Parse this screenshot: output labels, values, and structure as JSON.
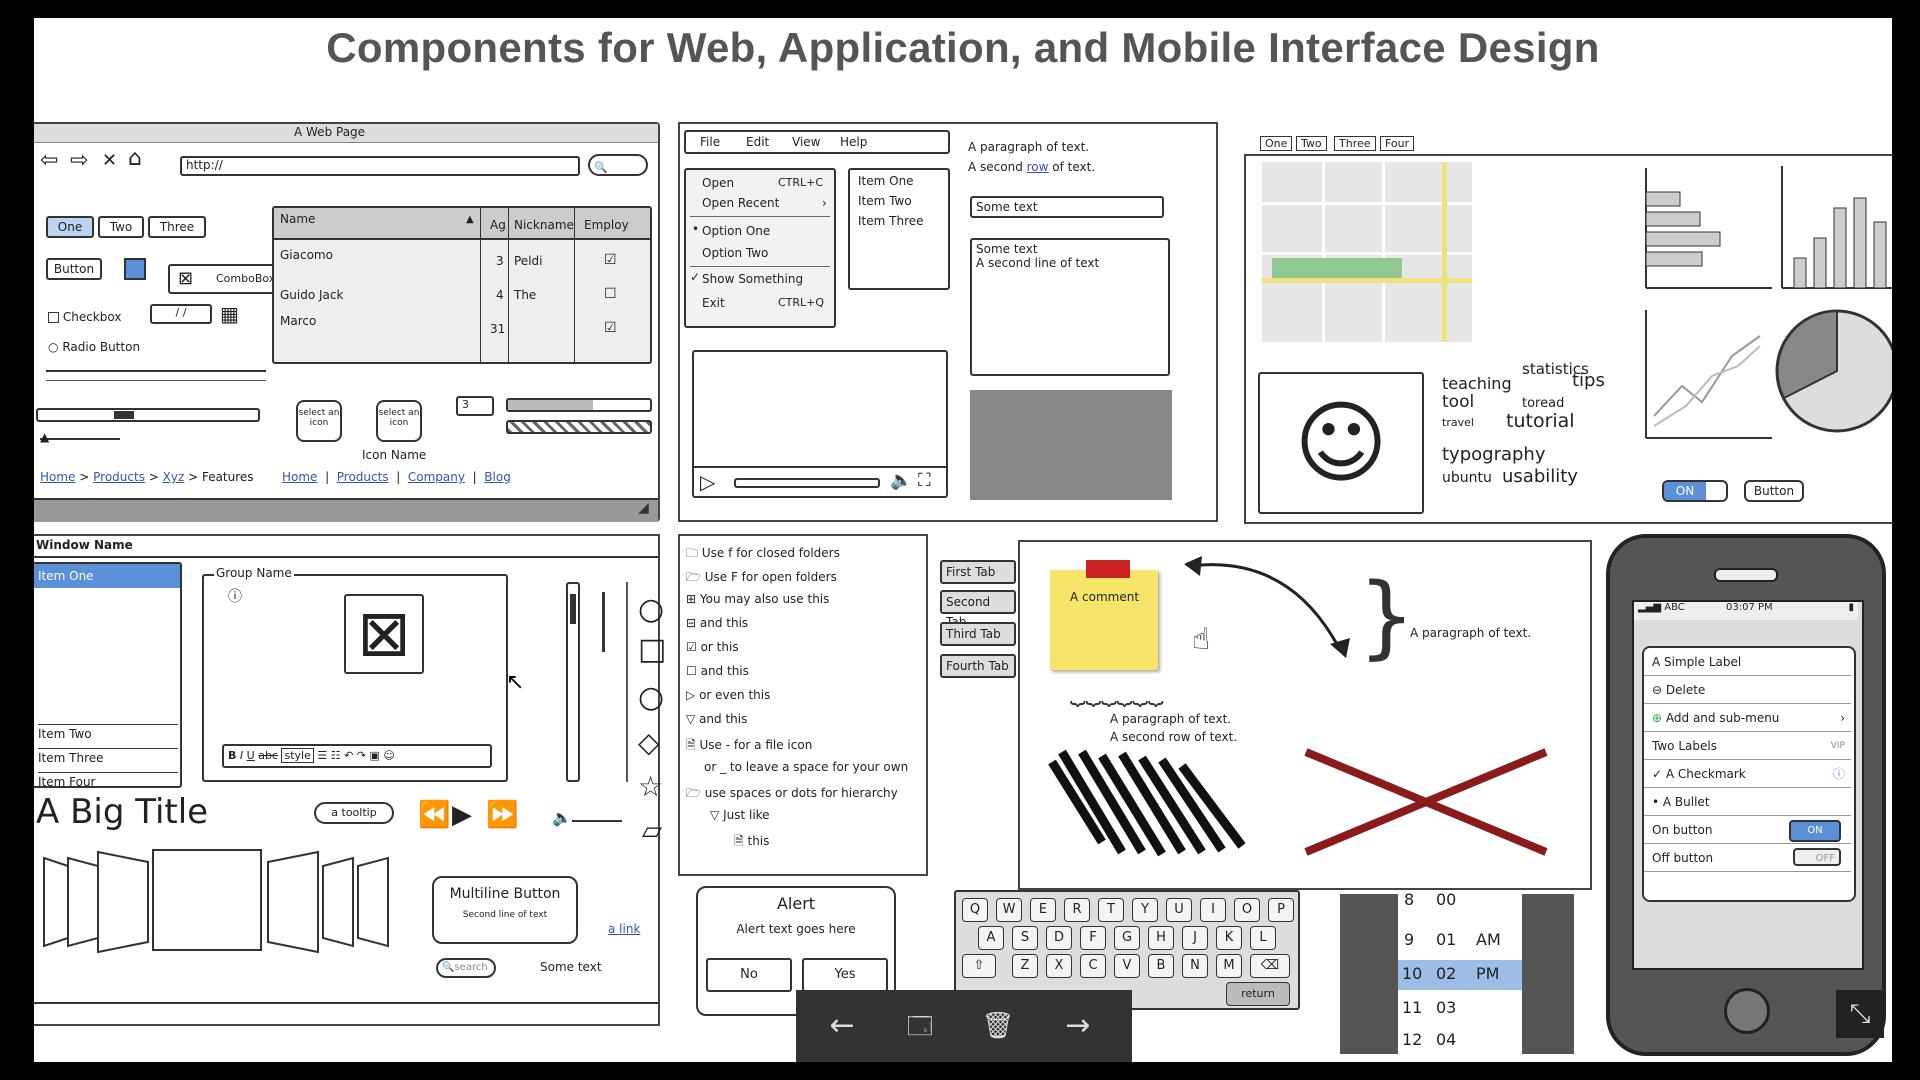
{
  "slide": {
    "title": "Components for Web, Application, and Mobile Interface Design"
  },
  "browser": {
    "title": "A Web Page",
    "url": "http://",
    "tabs": [
      "One",
      "Two",
      "Three"
    ],
    "button_label": "Button",
    "combobox_label": "ComboBox",
    "checkbox_label": "Checkbox",
    "radio_label": "Radio Button",
    "date_value": "/ /",
    "table": {
      "headers": [
        "Name",
        "Ag",
        "Nickname",
        "Employ"
      ],
      "rows": [
        {
          "name": "Giacomo",
          "age": "3",
          "nick": "Peldi",
          "emp": true
        },
        {
          "name": "Guido Jack",
          "age": "4",
          "nick": "The",
          "emp": false
        },
        {
          "name": "Marco",
          "age": "31",
          "nick": "",
          "emp": true
        }
      ]
    },
    "icon_select_1": "select an icon",
    "icon_select_2": "select an icon",
    "icon_name": "Icon Name",
    "stepper_value": "3",
    "breadcrumb": [
      "Home",
      "Products",
      "Xyz",
      "Features"
    ],
    "links": [
      "Home",
      "Products",
      "Company",
      "Blog"
    ]
  },
  "menu_panel": {
    "menubar": [
      "File",
      "Edit",
      "View",
      "Help"
    ],
    "menu_items": [
      {
        "label": "Open",
        "shortcut": "CTRL+C"
      },
      {
        "label": "Open Recent",
        "shortcut": "›"
      },
      {
        "label": "Option One",
        "shortcut": ""
      },
      {
        "label": "Option Two",
        "shortcut": ""
      },
      {
        "label": "Show Something",
        "shortcut": ""
      },
      {
        "label": "Exit",
        "shortcut": "CTRL+Q"
      }
    ],
    "list_items": [
      "Item One",
      "Item Two",
      "Item Three"
    ],
    "paragraph_1": "A paragraph of text.",
    "paragraph_2_prefix": "A second ",
    "paragraph_2_link": "row",
    "paragraph_2_suffix": " of text.",
    "text_input": "Some text",
    "textarea_line1": "Some text",
    "textarea_line2": "A second line of text"
  },
  "charts_panel": {
    "tabs": [
      "One",
      "Two",
      "Three",
      "Four"
    ],
    "tag_cloud": [
      "statistics",
      "teaching",
      "tool",
      "tips",
      "tutorial",
      "toread",
      "travel",
      "typography",
      "ubuntu",
      "usability"
    ],
    "toggle_label": "ON",
    "button_label": "Button"
  },
  "window_panel": {
    "title": "Window Name",
    "list_items": [
      "Item One",
      "Item Two",
      "Item Three",
      "Item Four"
    ],
    "group_name": "Group Name",
    "big_title": "A Big Title",
    "tooltip": "a tooltip",
    "multiline_button_line1": "Multiline Button",
    "multiline_button_line2": "Second line of text",
    "link": "a link",
    "search_placeholder": "search",
    "some_text": "Some text",
    "rte_tools": [
      "B",
      "I",
      "U",
      "abc",
      "style"
    ]
  },
  "tree_panel": {
    "items": [
      "Use f for closed folders",
      "Use F for open folders",
      "You may also use this",
      "and this",
      "or this",
      "and this",
      "or even this",
      "and this",
      "Use - for a file icon",
      "or _ to leave a space for your own",
      "use spaces or dots for hierarchy",
      "Just like",
      "this"
    ]
  },
  "alert": {
    "title": "Alert",
    "text": "Alert text goes here",
    "no": "No",
    "yes": "Yes"
  },
  "vertical_tabs": [
    "First Tab",
    "Second Tab",
    "Third Tab",
    "Fourth Tab"
  ],
  "annotations": {
    "comment": "A comment",
    "brace_text": "A paragraph of text.",
    "paragraph_1": "A paragraph of text.",
    "paragraph_2": "A second row of text."
  },
  "keyboard": {
    "row1": [
      "Q",
      "W",
      "E",
      "R",
      "T",
      "Y",
      "U",
      "I",
      "O",
      "P"
    ],
    "row2": [
      "A",
      "S",
      "D",
      "F",
      "G",
      "H",
      "J",
      "K",
      "L"
    ],
    "row3": [
      "Z",
      "X",
      "C",
      "V",
      "B",
      "N",
      "M"
    ],
    "return_key": "return"
  },
  "time_picker": {
    "hours": [
      "8",
      "9",
      "10",
      "11",
      "12"
    ],
    "minutes": [
      "00",
      "01",
      "02",
      "03",
      "04"
    ],
    "ampm": [
      "AM",
      "PM"
    ],
    "selected_hour": "10",
    "selected_minute": "02",
    "selected_ampm": "PM"
  },
  "iphone": {
    "carrier": "ABC",
    "time": "03:07 PM",
    "rows": [
      "A Simple Label",
      "Delete",
      "Add and sub-menu",
      "Two Labels",
      "A Checkmark",
      "A Bullet",
      "On button",
      "Off button"
    ],
    "two_labels_right": "VIP",
    "on_label": "ON",
    "off_label": "OFF"
  },
  "colors": {
    "accent_blue": "#5b8fd6",
    "comment_yellow": "#f5e66a",
    "red_cross": "#8b1a1a",
    "map_green": "#8fc98f"
  }
}
